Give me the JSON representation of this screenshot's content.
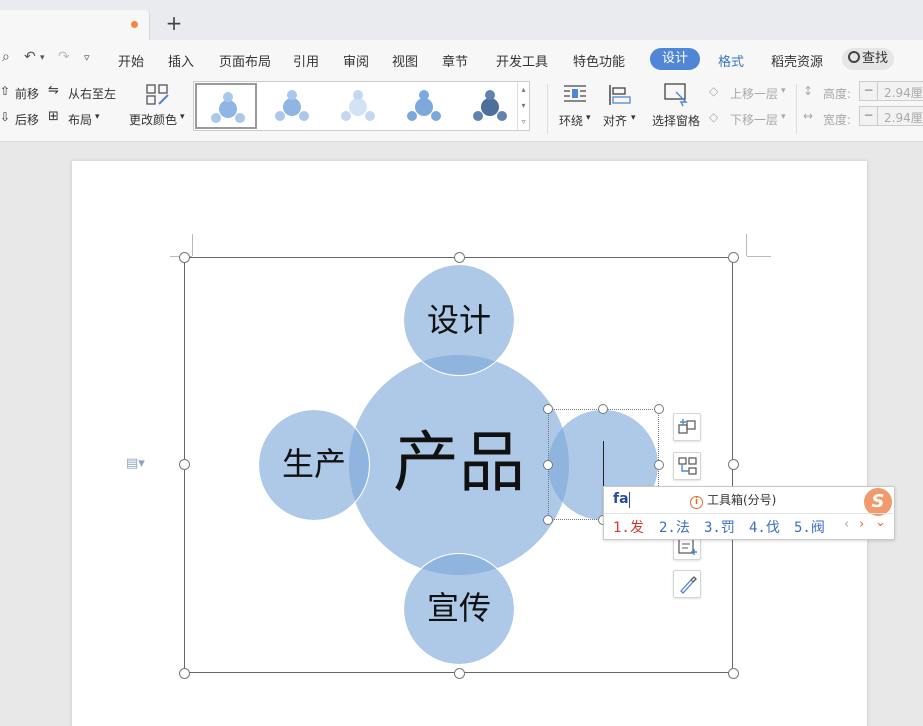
{
  "tabstrip": {
    "new_tab": "+"
  },
  "menu": {
    "items": [
      "开始",
      "插入",
      "页面布局",
      "引用",
      "审阅",
      "视图",
      "章节",
      "开发工具",
      "特色功能"
    ],
    "design": "设计",
    "format": "格式",
    "resources": "稻壳资源",
    "search": "查找"
  },
  "ribbon": {
    "forward": "前移",
    "backward": "后移",
    "rtl": "从右至左",
    "layout": "布局",
    "change_color": "更改颜色",
    "wrap": "环绕",
    "align": "对齐",
    "selection_pane": "选择窗格",
    "bring_forward": "上移一层",
    "send_backward": "下移一层",
    "height_label": "高度:",
    "width_label": "宽度:",
    "height_value": "2.94厘",
    "width_value": "2.94厘",
    "minus": "−"
  },
  "diagram": {
    "center": "产品",
    "top": "设计",
    "left": "生产",
    "bottom": "宣传",
    "right": ""
  },
  "ime": {
    "input": "fa",
    "toolbox": "工具箱(分号)",
    "logo": "S",
    "candidates": [
      "1.发",
      "2.法",
      "3.罚",
      "4.伐",
      "5.阀"
    ],
    "nav_prev": "‹",
    "nav_next": "›",
    "expand": "⌄"
  },
  "colors": {
    "accent": "#4f86d6",
    "circle": "#7ca8d9",
    "ime_candidate": "#3a6fc2",
    "ime_first": "#d13b2f"
  }
}
